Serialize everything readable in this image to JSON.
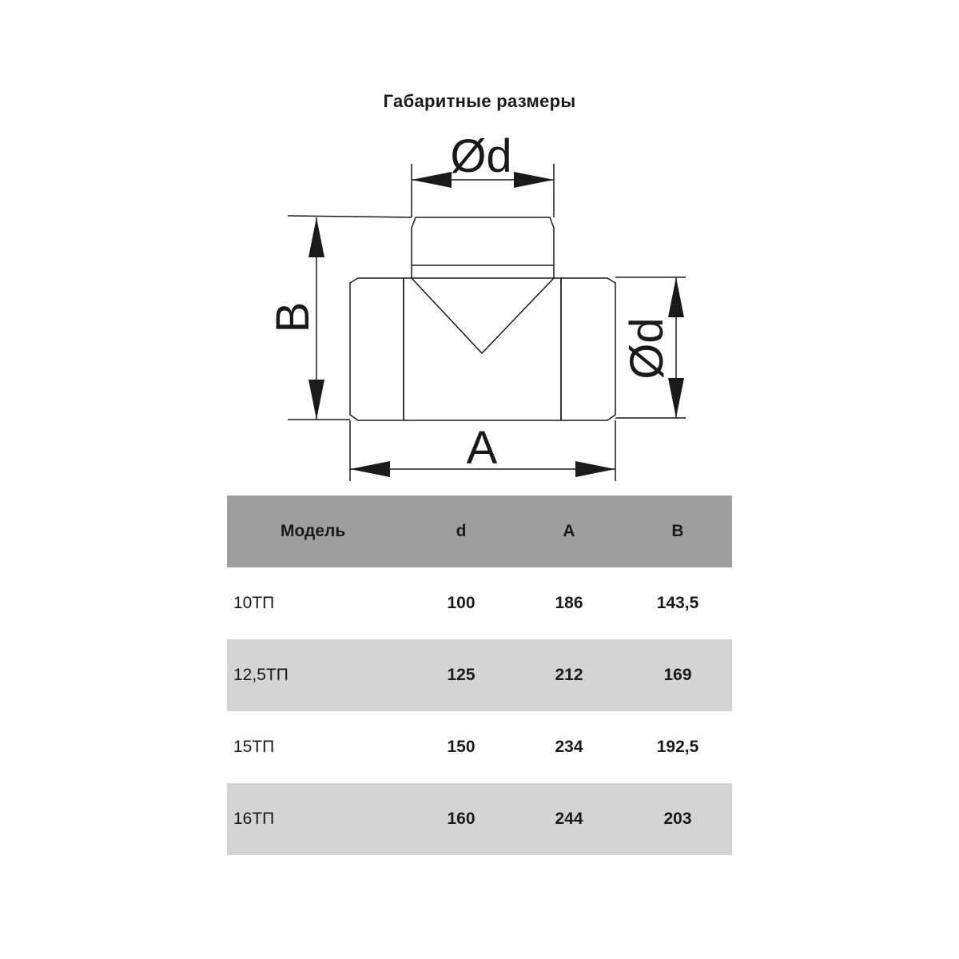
{
  "title": "Габаритные размеры",
  "diagram": {
    "labels": {
      "top_diameter": "Ød",
      "side_diameter": "Ød",
      "height": "B",
      "width": "A"
    },
    "line_color": "#1a1a1a"
  },
  "table": {
    "headers": [
      "Модель",
      "d",
      "A",
      "B"
    ],
    "rows": [
      [
        "10ТП",
        "100",
        "186",
        "143,5"
      ],
      [
        "12,5ТП",
        "125",
        "212",
        "169"
      ],
      [
        "15ТП",
        "150",
        "234",
        "192,5"
      ],
      [
        "16ТП",
        "160",
        "244",
        "203"
      ]
    ],
    "colors": {
      "header_bg": "#9e9e9e",
      "shaded_row_bg": "#d4d4d4"
    }
  }
}
